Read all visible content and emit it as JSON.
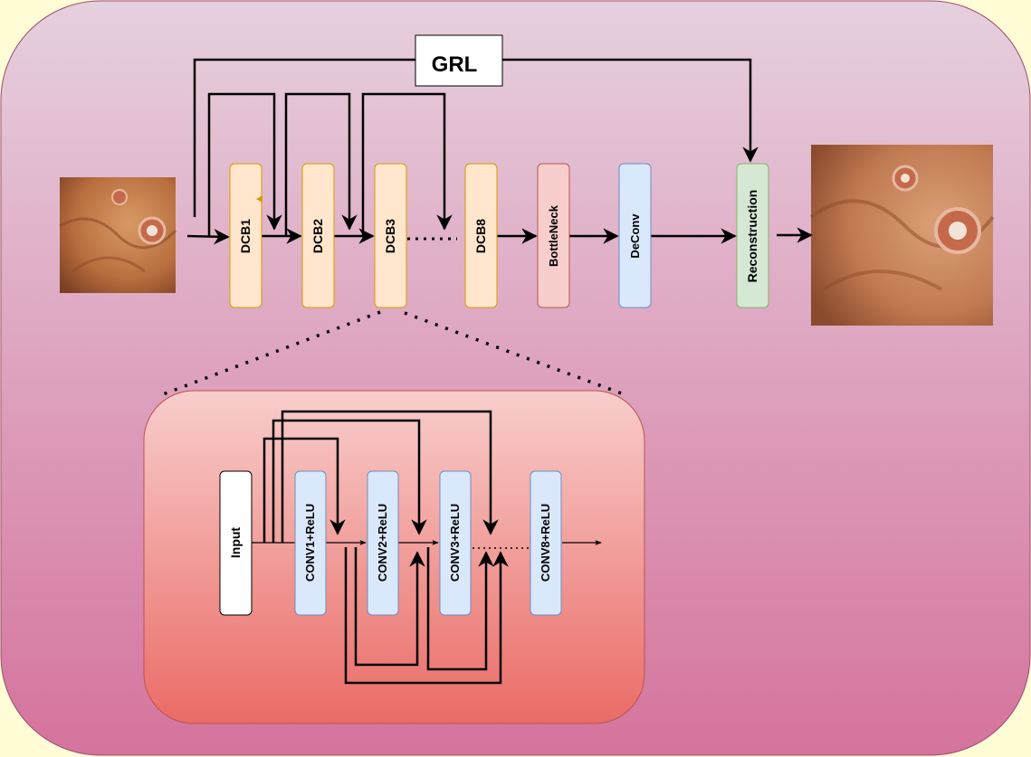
{
  "grl": {
    "label": "GRL"
  },
  "pipeline": {
    "dcb1": "DCB1",
    "dcb2": "DCB2",
    "dcb3": "DCB3",
    "dcb8": "DCB8",
    "bottleneck": "BottleNeck",
    "deconv": "DeConv",
    "reconstruction": "Reconstruction"
  },
  "detail": {
    "input": "Input",
    "conv1": "CONV1+ReLU",
    "conv2": "CONV2+ReLU",
    "conv3": "CONV3+ReLU",
    "conv8": "CONV8+ReLU"
  },
  "colors": {
    "background_top": "#e6d0de",
    "background_bottom": "#d5739d",
    "dcb_fill": "#ffe6cc",
    "dcb_stroke": "#d79b00",
    "bottleneck_fill": "#f8cecc",
    "bottleneck_stroke": "#b85450",
    "deconv_fill": "#dae8fc",
    "deconv_stroke": "#6c8ebf",
    "reconstruction_fill": "#d5e8d4",
    "reconstruction_stroke": "#82b366",
    "inset_top": "#f8cecc",
    "inset_bottom": "#ea6b66"
  },
  "images": {
    "input_image": "endoscopy-input-image",
    "output_image": "endoscopy-reconstructed-image"
  }
}
